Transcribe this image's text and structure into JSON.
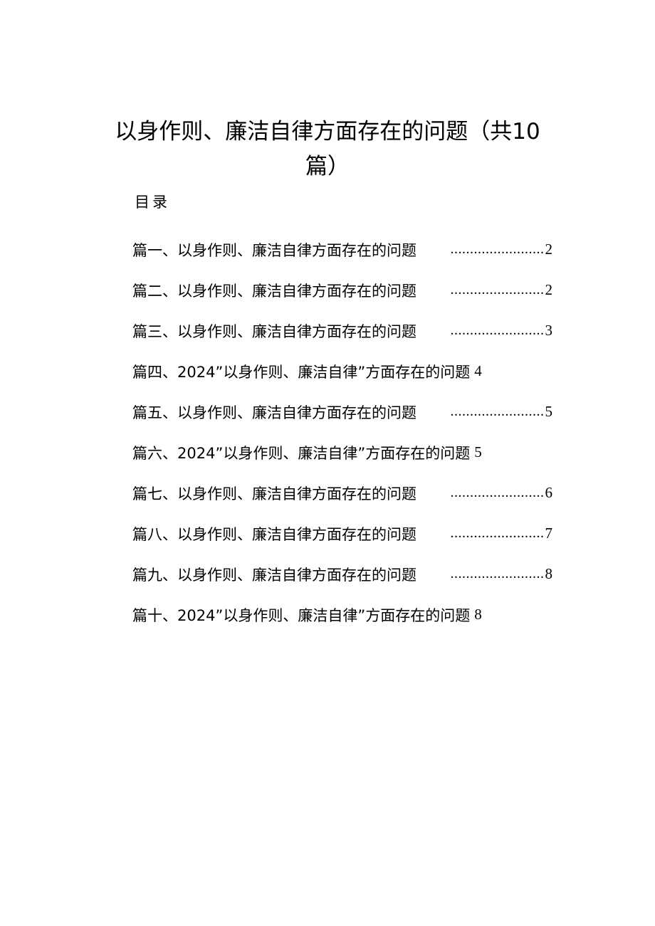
{
  "document": {
    "title": "以身作则、廉洁自律方面存在的问题（共10篇）",
    "toc_heading": "目录",
    "toc": [
      {
        "text": "篇一、以身作则、廉洁自律方面存在的问题",
        "leader": "........................",
        "page": "2"
      },
      {
        "text": "篇二、以身作则、廉洁自律方面存在的问题",
        "leader": "........................",
        "page": "2"
      },
      {
        "text": "篇三、以身作则、廉洁自律方面存在的问题",
        "leader": "........................",
        "page": "3"
      },
      {
        "text": "篇四、2024”以身作则、廉洁自律”方面存在的问题",
        "leader": "",
        "page": "4"
      },
      {
        "text": "篇五、以身作则、廉洁自律方面存在的问题",
        "leader": "........................",
        "page": "5"
      },
      {
        "text": "篇六、2024”以身作则、廉洁自律”方面存在的问题",
        "leader": "",
        "page": "5"
      },
      {
        "text": "篇七、以身作则、廉洁自律方面存在的问题",
        "leader": "........................",
        "page": "6"
      },
      {
        "text": "篇八、以身作则、廉洁自律方面存在的问题",
        "leader": "........................",
        "page": "7"
      },
      {
        "text": "篇九、以身作则、廉洁自律方面存在的问题",
        "leader": "........................",
        "page": "8"
      },
      {
        "text": "篇十、2024”以身作则、廉洁自律”方面存在的问题",
        "leader": "",
        "page": "8"
      }
    ]
  }
}
